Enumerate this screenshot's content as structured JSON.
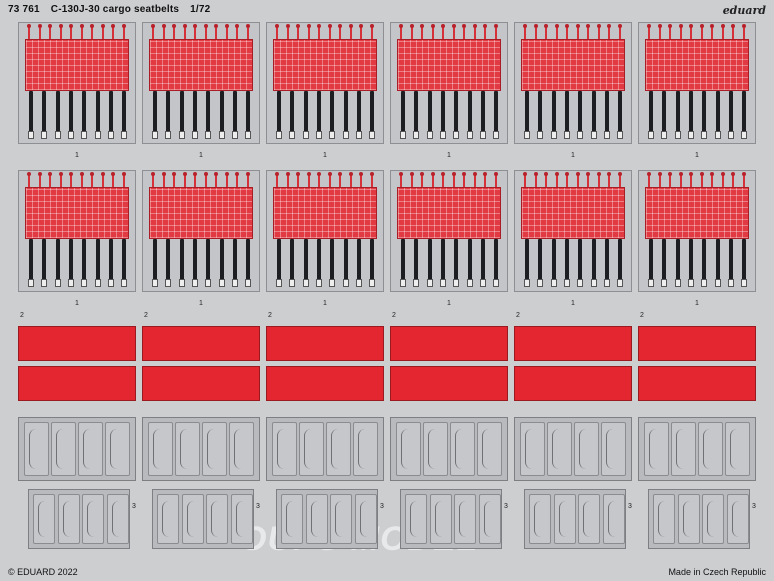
{
  "header": {
    "code": "73 761",
    "title": "C-130J-30 cargo seatbelts",
    "scale": "1/72",
    "brand": "eduard"
  },
  "footer": {
    "copyright": "© EDUARD 2022",
    "origin": "Made in Czech Republic"
  },
  "labels": {
    "part1": "1",
    "part2": "2",
    "part3": "3"
  },
  "watermark": "OUPS MODEL",
  "colors": {
    "fret": "#cdced0",
    "red": "#e3262f",
    "strap": "#1d1e21"
  }
}
